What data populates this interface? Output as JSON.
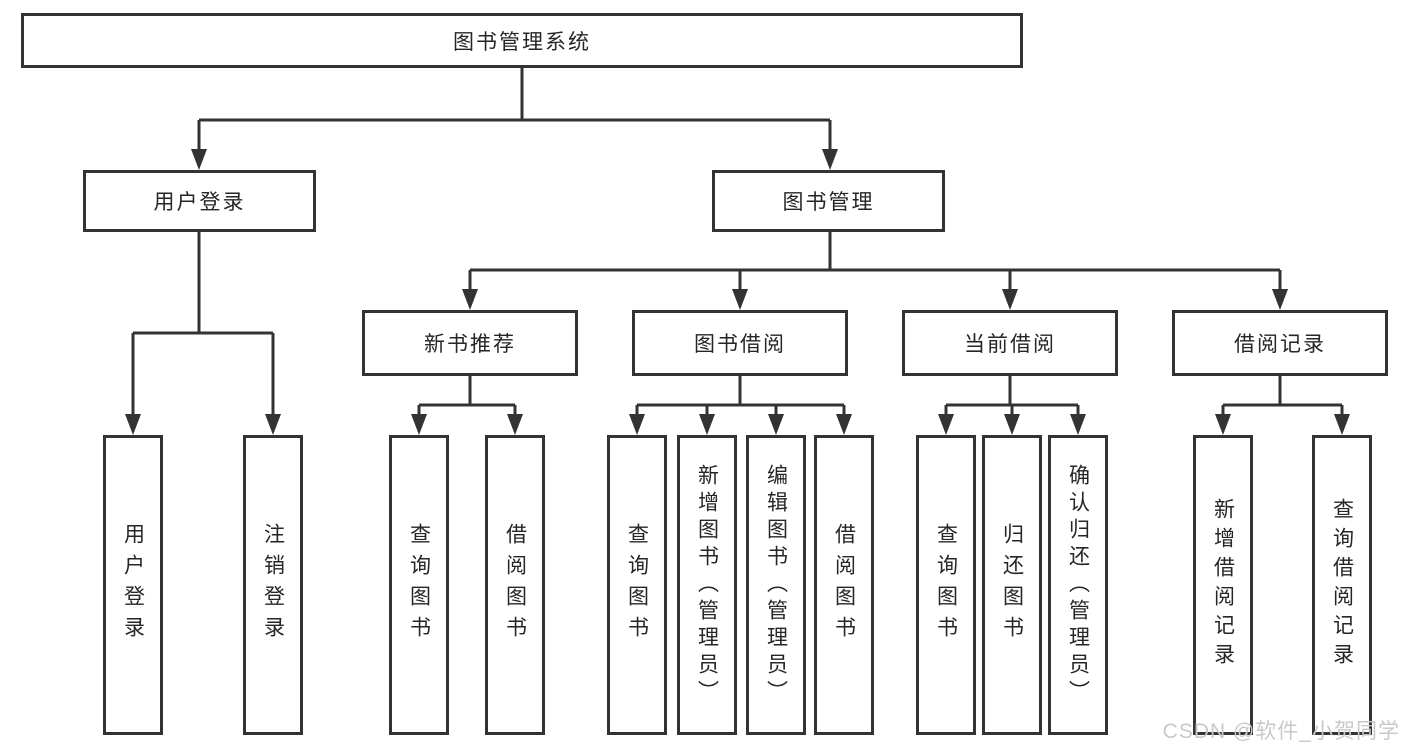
{
  "diagram_type": "hierarchy-tree",
  "colors": {
    "background": "#ffffff",
    "line": "#333333",
    "box_border": "#333333",
    "text": "#262626",
    "watermark": "#c9c9c9"
  },
  "tree": {
    "label": "图书管理系统",
    "children": [
      {
        "label": "用户登录",
        "children": [
          {
            "label": "用户登录"
          },
          {
            "label": "注销登录"
          }
        ]
      },
      {
        "label": "图书管理",
        "children": [
          {
            "label": "新书推荐",
            "children": [
              {
                "label": "查询图书"
              },
              {
                "label": "借阅图书"
              }
            ]
          },
          {
            "label": "图书借阅",
            "children": [
              {
                "label": "查询图书"
              },
              {
                "label": "新增图书（管理员）"
              },
              {
                "label": "编辑图书（管理员）"
              },
              {
                "label": "借阅图书"
              }
            ]
          },
          {
            "label": "当前借阅",
            "children": [
              {
                "label": "查询图书"
              },
              {
                "label": "归还图书"
              },
              {
                "label": "确认归还（管理员）"
              }
            ]
          },
          {
            "label": "借阅记录",
            "children": [
              {
                "label": "新增借阅记录"
              },
              {
                "label": "查询借阅记录"
              }
            ]
          }
        ]
      }
    ]
  },
  "watermark": {
    "text": "CSDN @软件_小贺同学"
  }
}
